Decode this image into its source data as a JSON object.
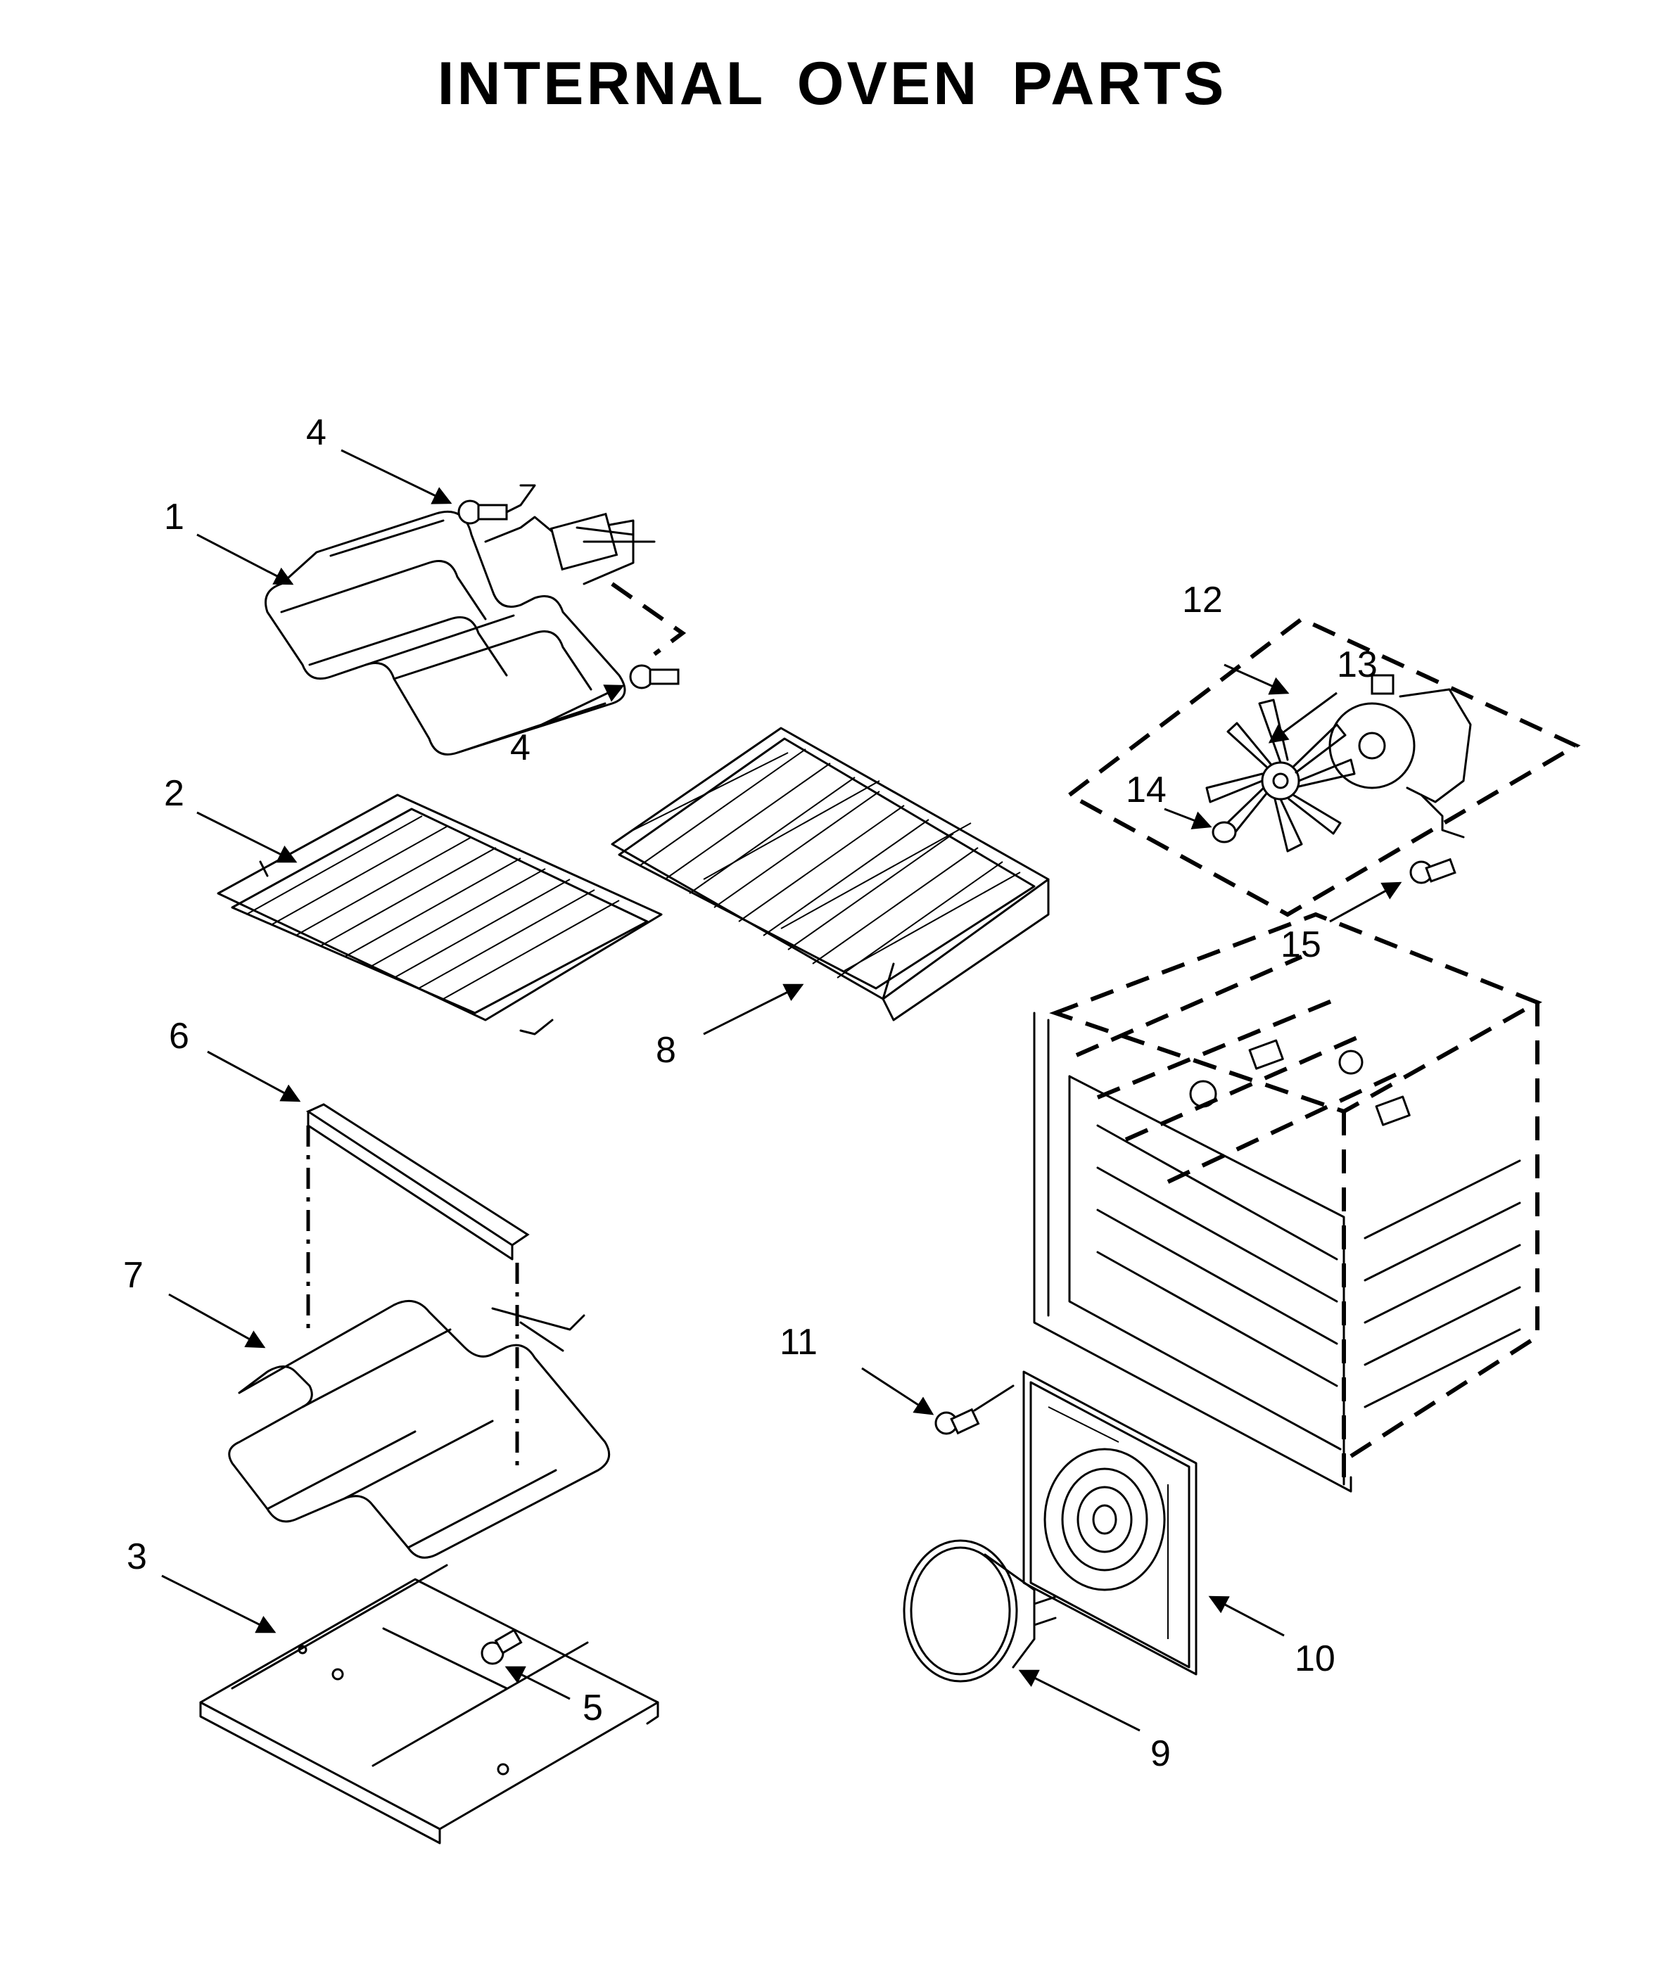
{
  "title": "INTERNAL OVEN PARTS",
  "callouts": [
    {
      "id": "1",
      "text": "1"
    },
    {
      "id": "2",
      "text": "2"
    },
    {
      "id": "3",
      "text": "3"
    },
    {
      "id": "4a",
      "text": "4"
    },
    {
      "id": "4b",
      "text": "4"
    },
    {
      "id": "5",
      "text": "5"
    },
    {
      "id": "6",
      "text": "6"
    },
    {
      "id": "7",
      "text": "7"
    },
    {
      "id": "8",
      "text": "8"
    },
    {
      "id": "9",
      "text": "9"
    },
    {
      "id": "10",
      "text": "10"
    },
    {
      "id": "11",
      "text": "11"
    },
    {
      "id": "12",
      "text": "12"
    },
    {
      "id": "13",
      "text": "13"
    },
    {
      "id": "14",
      "text": "14"
    },
    {
      "id": "15",
      "text": "15"
    }
  ]
}
